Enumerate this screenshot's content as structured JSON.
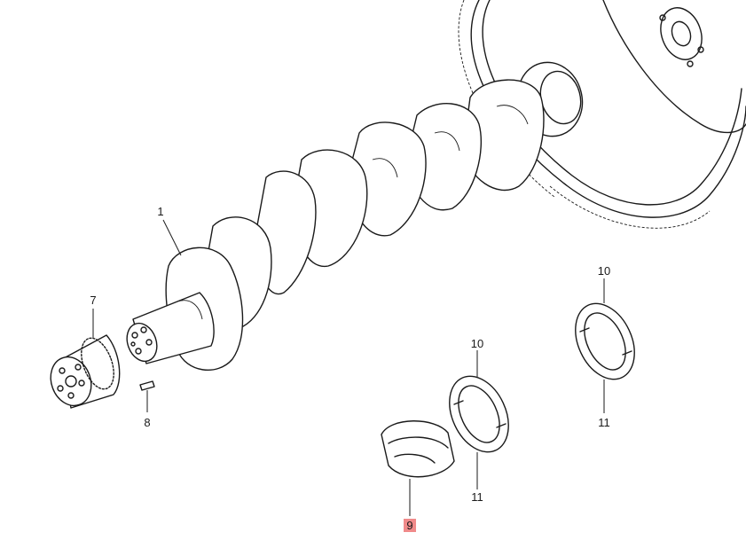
{
  "callouts": [
    {
      "id": "1",
      "text": "1"
    },
    {
      "id": "7",
      "text": "7"
    },
    {
      "id": "8",
      "text": "8"
    },
    {
      "id": "9",
      "text": "9",
      "highlighted": true
    },
    {
      "id": "10a",
      "text": "10"
    },
    {
      "id": "10b",
      "text": "10"
    },
    {
      "id": "11a",
      "text": "11"
    },
    {
      "id": "11b",
      "text": "11"
    }
  ],
  "colors": {
    "line": "#1a1a1a",
    "highlight": "#f08a8a",
    "background": "#ffffff"
  }
}
